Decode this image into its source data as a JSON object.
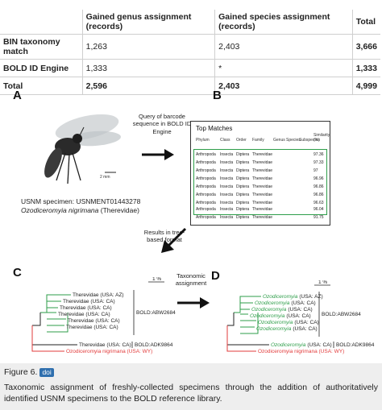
{
  "table": {
    "headers": [
      "",
      "Gained genus assignment (records)",
      "Gained species assignment (records)",
      "Total"
    ],
    "rows": [
      {
        "label": "BIN taxonomy match",
        "genus": "1,263",
        "species": "2,403",
        "total": "3,666"
      },
      {
        "label": "BOLD ID Engine",
        "genus": "1,333",
        "species": "*",
        "total": "1,333"
      },
      {
        "label": "Total",
        "genus": "2,596",
        "species": "2,403",
        "total": "4,999"
      }
    ]
  },
  "figure": {
    "panels": {
      "a": "A",
      "b": "B",
      "c": "C",
      "d": "D"
    },
    "scale_bar": "2 mm",
    "specimen_line1": "USNM specimen: USNMENT01443278",
    "specimen_genus": "Ozodiceromyia nigrimana",
    "specimen_family": " (Therevidae)",
    "query_note": "Query of barcode sequence in BOLD ID Engine",
    "results_note": "Results in tree-based format",
    "taxonomic_note": "Taxonomic assignment",
    "top_matches": {
      "title": "Top Matches",
      "columns": [
        "Phylum",
        "Class",
        "Order",
        "Family",
        "Genus",
        "Species",
        "Subspecies",
        "Similarity (%)"
      ],
      "rows": [
        {
          "phylum": "Arthropoda",
          "class": "Insecta",
          "order": "Diptera",
          "family": "Therevidae",
          "similarity": "97.36"
        },
        {
          "phylum": "Arthropoda",
          "class": "Insecta",
          "order": "Diptera",
          "family": "Therevidae",
          "similarity": "97.33"
        },
        {
          "phylum": "Arthropoda",
          "class": "Insecta",
          "order": "Diptera",
          "family": "Therevidae",
          "similarity": "97"
        },
        {
          "phylum": "Arthropoda",
          "class": "Insecta",
          "order": "Diptera",
          "family": "Therevidae",
          "similarity": "96.96"
        },
        {
          "phylum": "Arthropoda",
          "class": "Insecta",
          "order": "Diptera",
          "family": "Therevidae",
          "similarity": "96.86"
        },
        {
          "phylum": "Arthropoda",
          "class": "Insecta",
          "order": "Diptera",
          "family": "Therevidae",
          "similarity": "96.86"
        },
        {
          "phylum": "Arthropoda",
          "class": "Insecta",
          "order": "Diptera",
          "family": "Therevidae",
          "similarity": "96.63"
        },
        {
          "phylum": "Arthropoda",
          "class": "Insecta",
          "order": "Diptera",
          "family": "Therevidae",
          "similarity": "96.04"
        }
      ],
      "outside_row": {
        "phylum": "Arthropoda",
        "class": "Insecta",
        "order": "Diptera",
        "family": "Therevidae",
        "similarity": "91.75"
      }
    },
    "tree_c": {
      "scale": "1 %",
      "labels": [
        "Therevidae (USA: AZ)",
        "Therevidae (USA: CA)",
        "Therevidae (USA: CA)",
        "Therevidae (USA: CA)",
        "Therevidae (USA: CA)",
        "Therevidae (USA: CA)"
      ],
      "bin_upper": "BOLD:ABW2684",
      "bottom_label": "Therevidae (USA: CA)",
      "bin_lower": "BOLD:ADK9864",
      "query_label": "Ozodiceromyia nigrimana (USA: WY)"
    },
    "tree_d": {
      "scale": "1 %",
      "genus_name": "Ozodiceromyia",
      "suffixes": [
        "(USA: AZ)",
        "(USA: CA)",
        "(USA: CA)",
        "(USA: CA)",
        "(USA: CA)",
        "(USA: CA)"
      ],
      "bin_upper": "BOLD:ABW2684",
      "bottom_suffix": "(USA: CA)",
      "bin_lower": "BOLD:ADK9864",
      "query_label": "Ozodiceromyia nigrimana (USA: WY)"
    }
  },
  "caption": {
    "title": "Figure 6.",
    "doi": "doi",
    "text": "Taxonomic assignment of freshly-collected specimens through the addition of authoritatively identified USNM specimens to the BOLD reference library."
  },
  "colors": {
    "green": "#2e9e4a",
    "red": "#e23b3b",
    "doi": "#2f6fae"
  }
}
